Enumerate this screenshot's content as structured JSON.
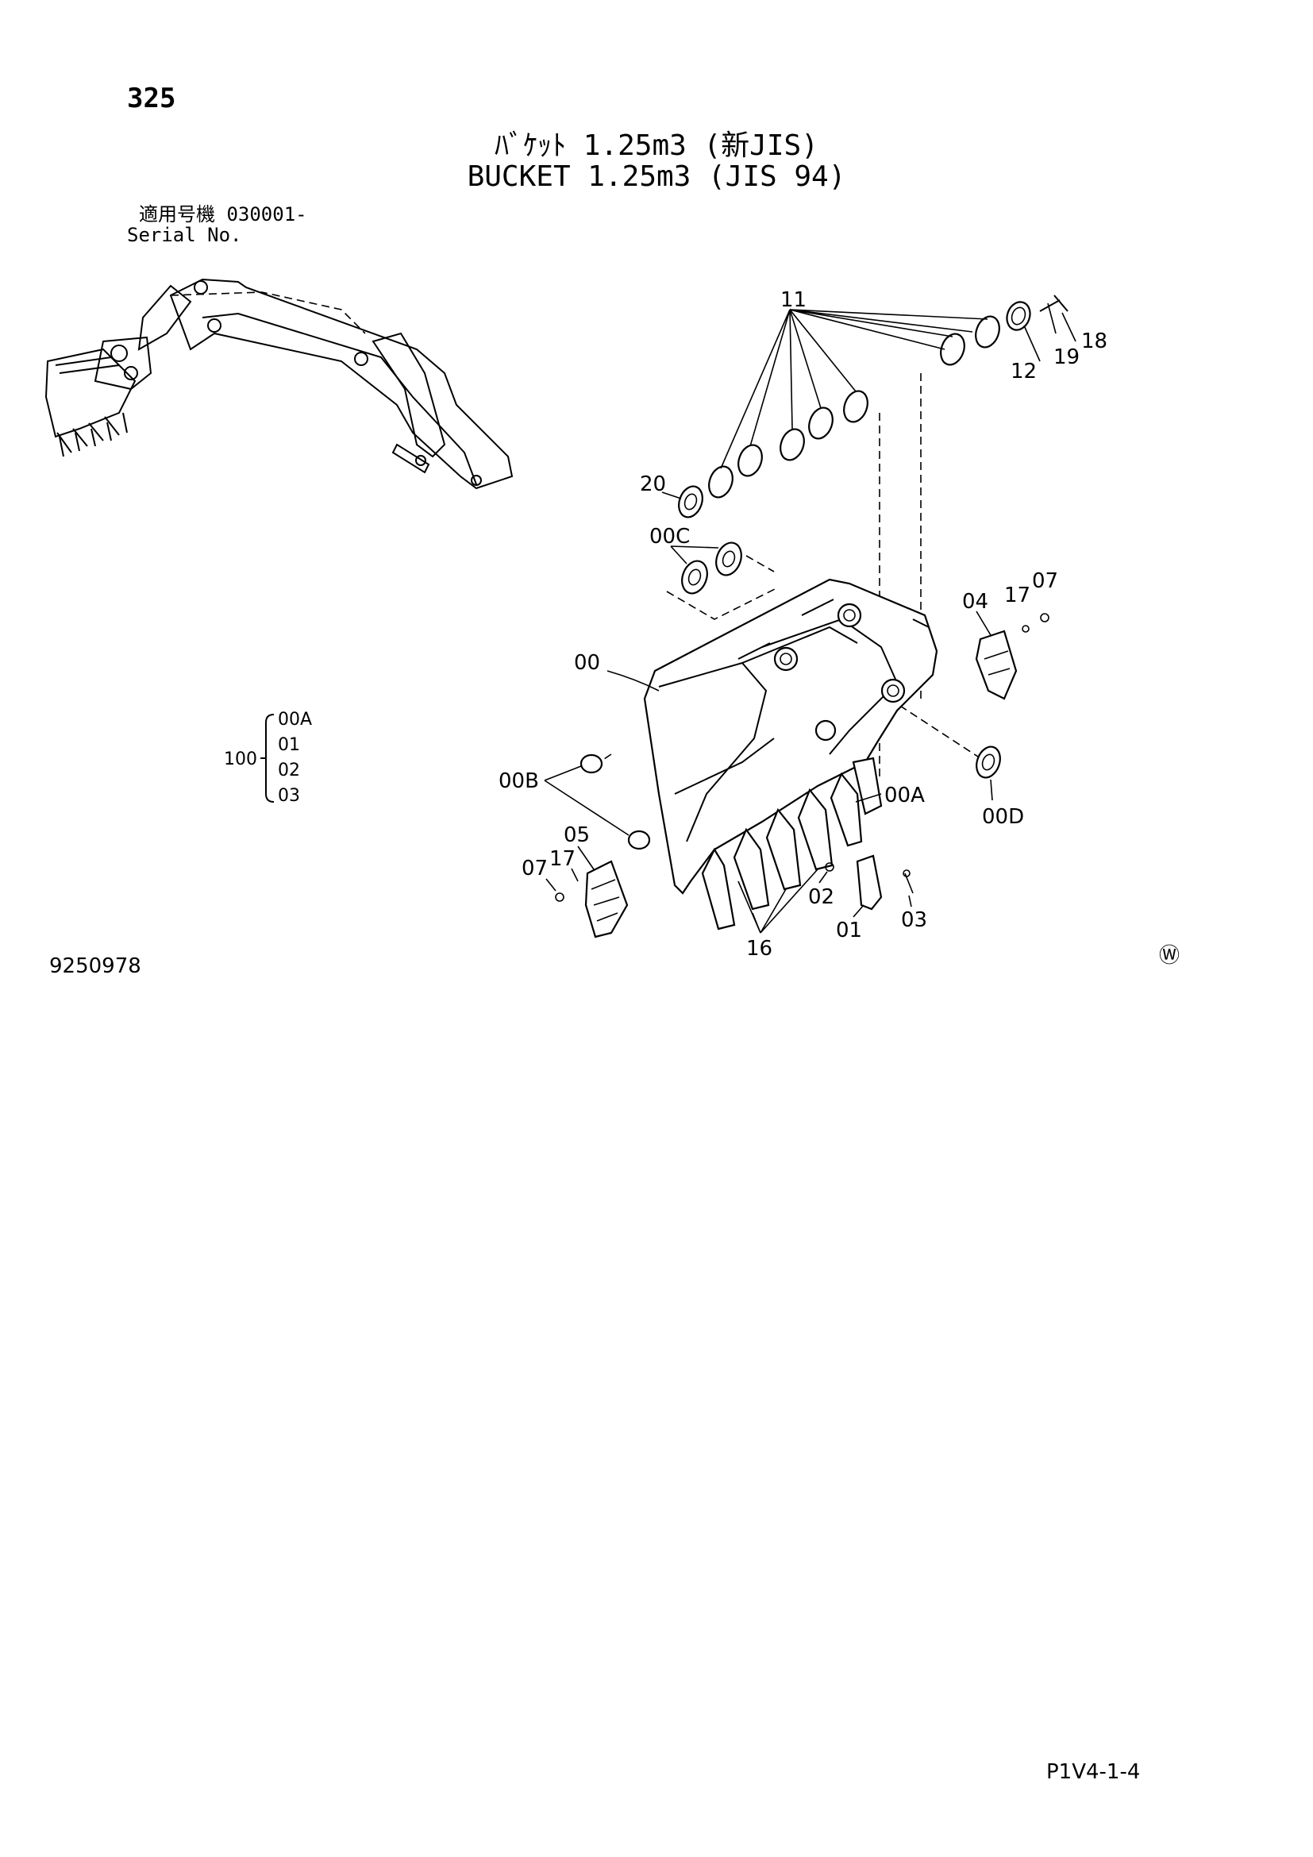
{
  "page_number": "325",
  "title_jp": "ﾊﾞｹｯﾄ 1.25m3 (新JIS)",
  "title_en": "BUCKET 1.25m3 (JIS 94)",
  "serial_label_jp": "適用号機 030001-",
  "serial_label_en": "Serial No.",
  "document_number": "9250978",
  "page_code": "P1V4-1-4",
  "watermark_symbol": "Ⓦ",
  "assembly": {
    "number": "100",
    "components": [
      "00A",
      "01",
      "02",
      "03"
    ]
  },
  "callouts": {
    "c11": "11",
    "c12": "12",
    "c18": "18",
    "c19": "19",
    "c20": "20",
    "c00C": "00C",
    "c04": "04",
    "c17a": "17",
    "c07a": "07",
    "c00": "00",
    "c00B": "00B",
    "c00A": "00A",
    "c00D": "00D",
    "c05": "05",
    "c07b": "07",
    "c17b": "17",
    "c02": "02",
    "c03": "03",
    "c01": "01",
    "c16": "16"
  }
}
